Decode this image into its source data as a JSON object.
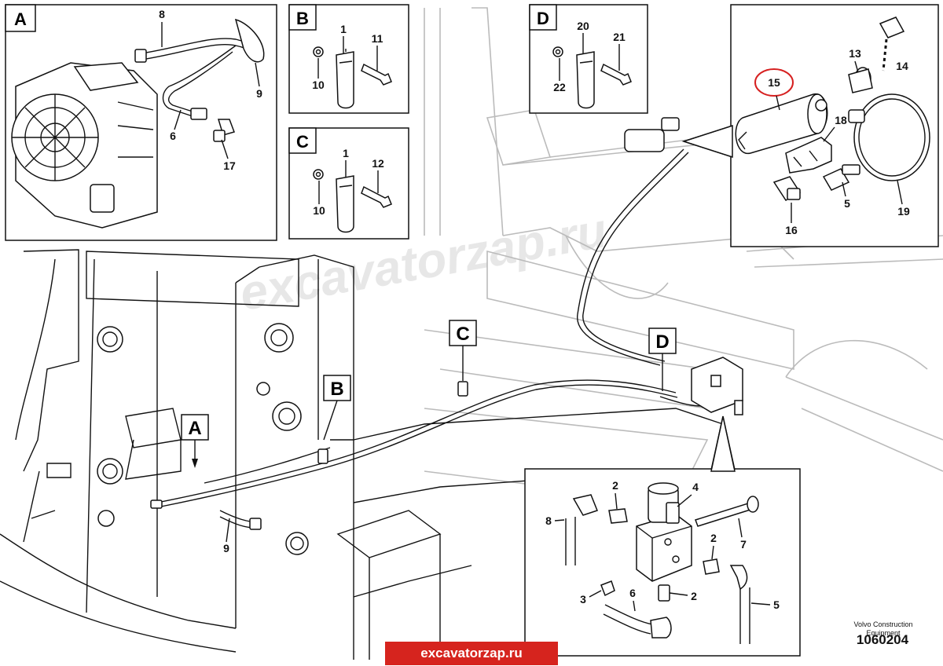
{
  "watermark": "excavatorzap.ru",
  "footer": {
    "brand_line1": "Volvo Construction",
    "brand_line2": "Equipment",
    "doc_number": "1060204",
    "site_banner": "excavatorzap.ru"
  },
  "detail_views": {
    "A": {
      "letter": "A",
      "callouts": [
        "8",
        "9",
        "6",
        "17"
      ]
    },
    "B": {
      "letter": "B",
      "callouts": [
        "1",
        "11",
        "10"
      ]
    },
    "C": {
      "letter": "C",
      "callouts": [
        "1",
        "12",
        "10"
      ]
    },
    "D": {
      "letter": "D",
      "callouts": [
        "20",
        "21",
        "22"
      ]
    },
    "sensor": {
      "callouts": [
        "15",
        "13",
        "14",
        "18",
        "5",
        "19",
        "16"
      ],
      "highlight": "15",
      "highlight_color": "#d62020"
    },
    "valve": {
      "callouts": [
        "2",
        "4",
        "8",
        "2",
        "7",
        "3",
        "6",
        "2",
        "5"
      ]
    }
  },
  "main_view": {
    "flags": [
      "A",
      "B",
      "C",
      "D"
    ],
    "callouts": [
      "9"
    ]
  }
}
